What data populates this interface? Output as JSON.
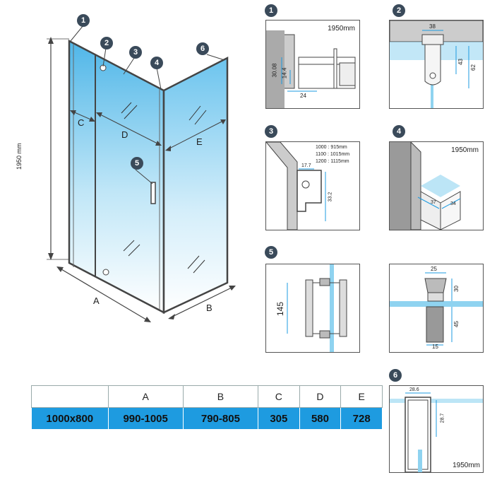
{
  "main": {
    "badges": [
      "1",
      "2",
      "3",
      "4",
      "5",
      "6"
    ],
    "dims": {
      "height": "1950 mm",
      "a": "A",
      "b": "B",
      "c": "C",
      "d": "D",
      "e": "E"
    }
  },
  "details": [
    {
      "badge": "1",
      "caption": "1950mm",
      "labels": [
        "30.08",
        "14.4",
        "24"
      ]
    },
    {
      "badge": "2",
      "labels": [
        "38",
        "43",
        "62"
      ]
    },
    {
      "badge": "3",
      "notes": [
        "1000 : 915mm",
        "1100 : 1015mm",
        "1200 : 1115mm"
      ],
      "labels": [
        "17.7",
        "33.2"
      ]
    },
    {
      "badge": "4",
      "caption": "1950mm",
      "labels": [
        "37",
        "34"
      ]
    },
    {
      "badge": "5",
      "labels": [
        "145"
      ]
    },
    {
      "badge": "",
      "labels": [
        "25",
        "30",
        "45",
        "15"
      ]
    },
    {
      "badge": "6",
      "caption": "1950mm",
      "labels": [
        "28.6",
        "28.7"
      ]
    }
  ],
  "table": {
    "headers": [
      "",
      "A",
      "B",
      "C",
      "D",
      "E"
    ],
    "row": [
      "1000x800",
      "990-1005",
      "790-805",
      "305",
      "580",
      "728"
    ]
  },
  "colors": {
    "glass": "#8fd3f0",
    "accent": "#1e9be0",
    "frame": "#555555"
  }
}
